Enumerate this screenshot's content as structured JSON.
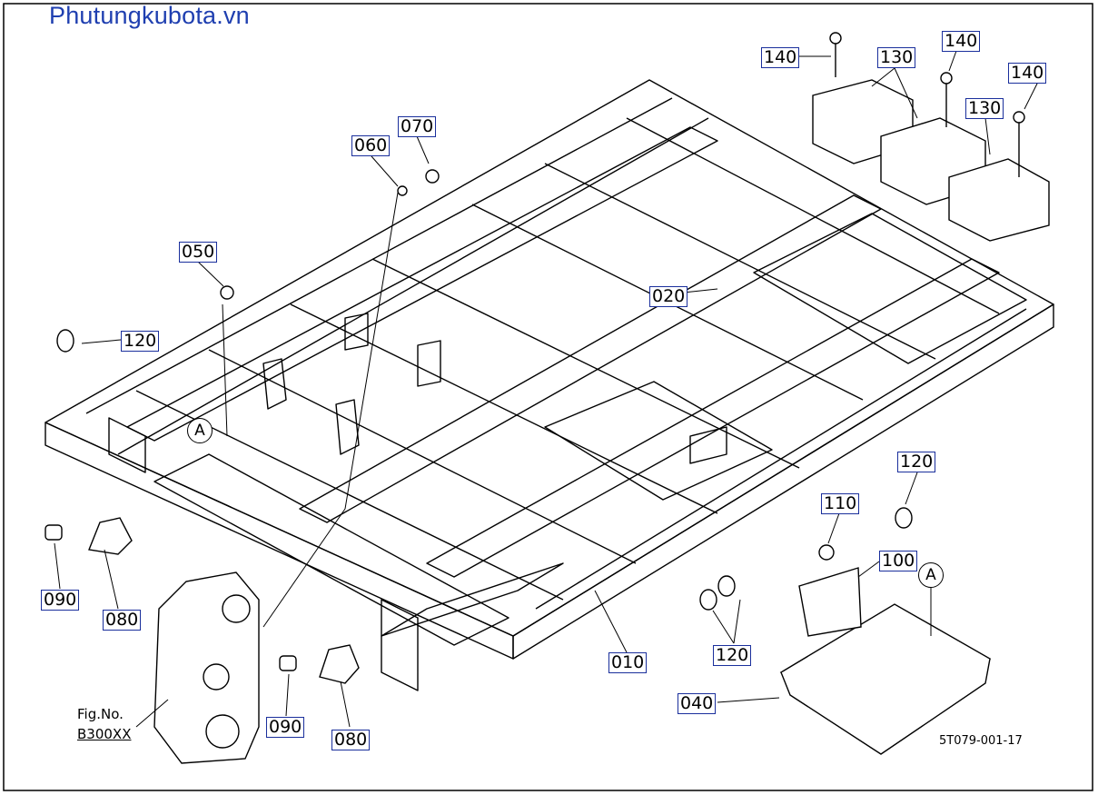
{
  "site_title": "Phutungkubota.vn",
  "labels": {
    "p140a": "140",
    "p130": "130",
    "p140b": "140",
    "p140c": "140",
    "p130b": "130",
    "p070": "070",
    "p060": "060",
    "p050": "050",
    "p120a": "120",
    "p020": "020",
    "p120b": "120",
    "p110": "110",
    "p100": "100",
    "p090a": "090",
    "p080a": "080",
    "p010": "010",
    "p120c": "120",
    "p040": "040",
    "p090b": "090",
    "p080b": "080"
  },
  "ref_marks": {
    "a1": "A",
    "a2": "A"
  },
  "fig_ref": {
    "line1": "Fig.No.",
    "line2": "B300XX"
  },
  "drawing_code": "5T079-001-17"
}
